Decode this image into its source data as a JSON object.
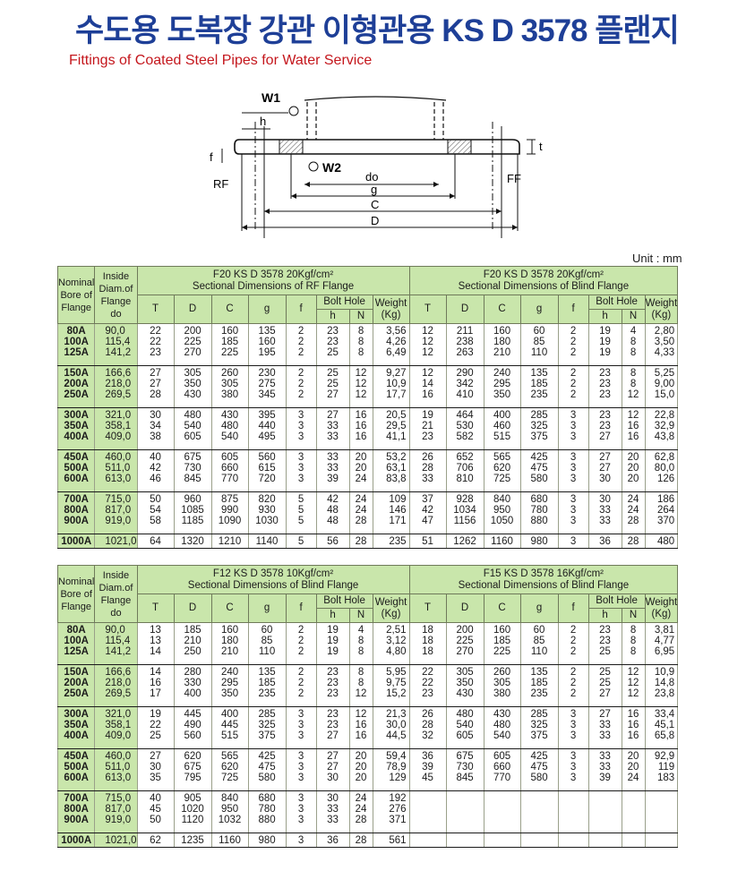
{
  "title": "수도용 도복장 강관 이형관용 KS D 3578 플랜지",
  "subtitle": "Fittings of Coated Steel Pipes for Water Service",
  "unit_label": "Unit : mm",
  "diagram": {
    "labels": {
      "w1": "W1",
      "w2": "W2",
      "h": "h",
      "f": "f",
      "t": "t",
      "rf": "RF",
      "ff": "FF",
      "do": "do",
      "g": "g",
      "c": "C",
      "d": "D"
    }
  },
  "common_headers": {
    "nominal": [
      "Nominal",
      "Bore of",
      "Flange"
    ],
    "inside": [
      "Inside",
      "Diam.of",
      "Flange",
      "do"
    ],
    "cols": [
      "T",
      "D",
      "C",
      "g",
      "f"
    ],
    "bolt_hole": "Bolt Hole",
    "h": "h",
    "n": "N",
    "weight": [
      "Weight",
      "(Kg)"
    ]
  },
  "tables": [
    {
      "left_title": "F20 KS D 3578 20Kgf/cm²",
      "left_sub": "Sectional Dimensions of RF Flange",
      "right_title": "F20 KS D 3578 20Kgf/cm²",
      "right_sub": "Sectional Dimensions of Blind Flange",
      "groups": [
        {
          "nominal": [
            "80A",
            "100A",
            "125A"
          ],
          "inside": [
            "90,0",
            "115,4",
            "141,2"
          ],
          "left": [
            [
              "22",
              "22",
              "23"
            ],
            [
              "200",
              "225",
              "270"
            ],
            [
              "160",
              "185",
              "225"
            ],
            [
              "135",
              "160",
              "195"
            ],
            [
              "2",
              "2",
              "2"
            ],
            [
              "23",
              "23",
              "25"
            ],
            [
              "8",
              "8",
              "8"
            ],
            [
              "3,56",
              "4,26",
              "6,49"
            ]
          ],
          "right": [
            [
              "12",
              "12",
              "12"
            ],
            [
              "211",
              "238",
              "263"
            ],
            [
              "160",
              "180",
              "210"
            ],
            [
              "60",
              "85",
              "110"
            ],
            [
              "2",
              "2",
              "2"
            ],
            [
              "19",
              "19",
              "19"
            ],
            [
              "4",
              "8",
              "8"
            ],
            [
              "2,80",
              "3,50",
              "4,33"
            ]
          ]
        },
        {
          "nominal": [
            "150A",
            "200A",
            "250A"
          ],
          "inside": [
            "166,6",
            "218,0",
            "269,5"
          ],
          "left": [
            [
              "27",
              "27",
              "28"
            ],
            [
              "305",
              "350",
              "430"
            ],
            [
              "260",
              "305",
              "380"
            ],
            [
              "230",
              "275",
              "345"
            ],
            [
              "2",
              "2",
              "2"
            ],
            [
              "25",
              "25",
              "27"
            ],
            [
              "12",
              "12",
              "12"
            ],
            [
              "9,27",
              "10,9",
              "17,7"
            ]
          ],
          "right": [
            [
              "12",
              "14",
              "16"
            ],
            [
              "290",
              "342",
              "410"
            ],
            [
              "240",
              "295",
              "350"
            ],
            [
              "135",
              "185",
              "235"
            ],
            [
              "2",
              "2",
              "2"
            ],
            [
              "23",
              "23",
              "23"
            ],
            [
              "8",
              "8",
              "12"
            ],
            [
              "5,25",
              "9,00",
              "15,0"
            ]
          ]
        },
        {
          "nominal": [
            "300A",
            "350A",
            "400A"
          ],
          "inside": [
            "321,0",
            "358,1",
            "409,0"
          ],
          "left": [
            [
              "30",
              "34",
              "38"
            ],
            [
              "480",
              "540",
              "605"
            ],
            [
              "430",
              "480",
              "540"
            ],
            [
              "395",
              "440",
              "495"
            ],
            [
              "3",
              "3",
              "3"
            ],
            [
              "27",
              "33",
              "33"
            ],
            [
              "16",
              "16",
              "16"
            ],
            [
              "20,5",
              "29,5",
              "41,1"
            ]
          ],
          "right": [
            [
              "19",
              "21",
              "23"
            ],
            [
              "464",
              "530",
              "582"
            ],
            [
              "400",
              "460",
              "515"
            ],
            [
              "285",
              "325",
              "375"
            ],
            [
              "3",
              "3",
              "3"
            ],
            [
              "23",
              "23",
              "27"
            ],
            [
              "12",
              "16",
              "16"
            ],
            [
              "22,8",
              "32,9",
              "43,8"
            ]
          ]
        },
        {
          "nominal": [
            "450A",
            "500A",
            "600A"
          ],
          "inside": [
            "460,0",
            "511,0",
            "613,0"
          ],
          "left": [
            [
              "40",
              "42",
              "46"
            ],
            [
              "675",
              "730",
              "845"
            ],
            [
              "605",
              "660",
              "770"
            ],
            [
              "560",
              "615",
              "720"
            ],
            [
              "3",
              "3",
              "3"
            ],
            [
              "33",
              "33",
              "39"
            ],
            [
              "20",
              "20",
              "24"
            ],
            [
              "53,2",
              "63,1",
              "83,8"
            ]
          ],
          "right": [
            [
              "26",
              "28",
              "33"
            ],
            [
              "652",
              "706",
              "810"
            ],
            [
              "565",
              "620",
              "725"
            ],
            [
              "425",
              "475",
              "580"
            ],
            [
              "3",
              "3",
              "3"
            ],
            [
              "27",
              "27",
              "30"
            ],
            [
              "20",
              "20",
              "20"
            ],
            [
              "62,8",
              "80,0",
              "126"
            ]
          ]
        },
        {
          "nominal": [
            "700A",
            "800A",
            "900A"
          ],
          "inside": [
            "715,0",
            "817,0",
            "919,0"
          ],
          "left": [
            [
              "50",
              "54",
              "58"
            ],
            [
              "960",
              "1085",
              "1185"
            ],
            [
              "875",
              "990",
              "1090"
            ],
            [
              "820",
              "930",
              "1030"
            ],
            [
              "5",
              "5",
              "5"
            ],
            [
              "42",
              "48",
              "48"
            ],
            [
              "24",
              "24",
              "28"
            ],
            [
              "109",
              "146",
              "171"
            ]
          ],
          "right": [
            [
              "37",
              "42",
              "47"
            ],
            [
              "928",
              "1034",
              "1156"
            ],
            [
              "840",
              "950",
              "1050"
            ],
            [
              "680",
              "780",
              "880"
            ],
            [
              "3",
              "3",
              "3"
            ],
            [
              "30",
              "33",
              "33"
            ],
            [
              "24",
              "24",
              "28"
            ],
            [
              "186",
              "264",
              "370"
            ]
          ]
        },
        {
          "nominal": [
            "1000A"
          ],
          "inside": [
            "1021,0"
          ],
          "left": [
            [
              "64"
            ],
            [
              "1320"
            ],
            [
              "1210"
            ],
            [
              "1140"
            ],
            [
              "5"
            ],
            [
              "56"
            ],
            [
              "28"
            ],
            [
              "235"
            ]
          ],
          "right": [
            [
              "51"
            ],
            [
              "1262"
            ],
            [
              "1160"
            ],
            [
              "980"
            ],
            [
              "3"
            ],
            [
              "36"
            ],
            [
              "28"
            ],
            [
              "480"
            ]
          ]
        }
      ]
    },
    {
      "left_title": "F12 KS D 3578 10Kgf/cm²",
      "left_sub": "Sectional Dimensions of Blind Flange",
      "right_title": "F15 KS D 3578 16Kgf/cm²",
      "right_sub": "Sectional Dimensions of Blind Flange",
      "groups": [
        {
          "nominal": [
            "80A",
            "100A",
            "125A"
          ],
          "inside": [
            "90,0",
            "115,4",
            "141,2"
          ],
          "left": [
            [
              "13",
              "13",
              "14"
            ],
            [
              "185",
              "210",
              "250"
            ],
            [
              "160",
              "180",
              "210"
            ],
            [
              "60",
              "85",
              "110"
            ],
            [
              "2",
              "2",
              "2"
            ],
            [
              "19",
              "19",
              "19"
            ],
            [
              "4",
              "8",
              "8"
            ],
            [
              "2,51",
              "3,12",
              "4,80"
            ]
          ],
          "right": [
            [
              "18",
              "18",
              "18"
            ],
            [
              "200",
              "225",
              "270"
            ],
            [
              "160",
              "185",
              "225"
            ],
            [
              "60",
              "85",
              "110"
            ],
            [
              "2",
              "2",
              "2"
            ],
            [
              "23",
              "23",
              "25"
            ],
            [
              "8",
              "8",
              "8"
            ],
            [
              "3,81",
              "4,77",
              "6,95"
            ]
          ]
        },
        {
          "nominal": [
            "150A",
            "200A",
            "250A"
          ],
          "inside": [
            "166,6",
            "218,0",
            "269,5"
          ],
          "left": [
            [
              "14",
              "16",
              "17"
            ],
            [
              "280",
              "330",
              "400"
            ],
            [
              "240",
              "295",
              "350"
            ],
            [
              "135",
              "185",
              "235"
            ],
            [
              "2",
              "2",
              "2"
            ],
            [
              "23",
              "23",
              "23"
            ],
            [
              "8",
              "8",
              "12"
            ],
            [
              "5,95",
              "9,75",
              "15,2"
            ]
          ],
          "right": [
            [
              "22",
              "22",
              "23"
            ],
            [
              "305",
              "350",
              "430"
            ],
            [
              "260",
              "305",
              "380"
            ],
            [
              "135",
              "185",
              "235"
            ],
            [
              "2",
              "2",
              "2"
            ],
            [
              "25",
              "25",
              "27"
            ],
            [
              "12",
              "12",
              "12"
            ],
            [
              "10,9",
              "14,8",
              "23,8"
            ]
          ]
        },
        {
          "nominal": [
            "300A",
            "350A",
            "400A"
          ],
          "inside": [
            "321,0",
            "358,1",
            "409,0"
          ],
          "left": [
            [
              "19",
              "22",
              "25"
            ],
            [
              "445",
              "490",
              "560"
            ],
            [
              "400",
              "445",
              "515"
            ],
            [
              "285",
              "325",
              "375"
            ],
            [
              "3",
              "3",
              "3"
            ],
            [
              "23",
              "23",
              "27"
            ],
            [
              "12",
              "16",
              "16"
            ],
            [
              "21,3",
              "30,0",
              "44,5"
            ]
          ],
          "right": [
            [
              "26",
              "28",
              "32"
            ],
            [
              "480",
              "540",
              "605"
            ],
            [
              "430",
              "480",
              "540"
            ],
            [
              "285",
              "325",
              "375"
            ],
            [
              "3",
              "3",
              "3"
            ],
            [
              "27",
              "33",
              "33"
            ],
            [
              "16",
              "16",
              "16"
            ],
            [
              "33,4",
              "45,1",
              "65,8"
            ]
          ]
        },
        {
          "nominal": [
            "450A",
            "500A",
            "600A"
          ],
          "inside": [
            "460,0",
            "511,0",
            "613,0"
          ],
          "left": [
            [
              "27",
              "30",
              "35"
            ],
            [
              "620",
              "675",
              "795"
            ],
            [
              "565",
              "620",
              "725"
            ],
            [
              "425",
              "475",
              "580"
            ],
            [
              "3",
              "3",
              "3"
            ],
            [
              "27",
              "27",
              "30"
            ],
            [
              "20",
              "20",
              "20"
            ],
            [
              "59,4",
              "78,9",
              "129"
            ]
          ],
          "right": [
            [
              "36",
              "39",
              "45"
            ],
            [
              "675",
              "730",
              "845"
            ],
            [
              "605",
              "660",
              "770"
            ],
            [
              "425",
              "475",
              "580"
            ],
            [
              "3",
              "3",
              "3"
            ],
            [
              "33",
              "33",
              "39"
            ],
            [
              "20",
              "20",
              "24"
            ],
            [
              "92,9",
              "119",
              "183"
            ]
          ]
        },
        {
          "nominal": [
            "700A",
            "800A",
            "900A"
          ],
          "inside": [
            "715,0",
            "817,0",
            "919,0"
          ],
          "left": [
            [
              "40",
              "45",
              "50"
            ],
            [
              "905",
              "1020",
              "1120"
            ],
            [
              "840",
              "950",
              "1032"
            ],
            [
              "680",
              "780",
              "880"
            ],
            [
              "3",
              "3",
              "3"
            ],
            [
              "30",
              "33",
              "33"
            ],
            [
              "24",
              "24",
              "28"
            ],
            [
              "192",
              "276",
              "371"
            ]
          ],
          "right": [
            [],
            [],
            [],
            [],
            [],
            [],
            [],
            []
          ]
        },
        {
          "nominal": [
            "1000A"
          ],
          "inside": [
            "1021,0"
          ],
          "left": [
            [
              "62"
            ],
            [
              "1235"
            ],
            [
              "1160"
            ],
            [
              "980"
            ],
            [
              "3"
            ],
            [
              "36"
            ],
            [
              "28"
            ],
            [
              "561"
            ]
          ],
          "right": [
            [],
            [],
            [],
            [],
            [],
            [],
            [],
            []
          ]
        }
      ]
    }
  ]
}
